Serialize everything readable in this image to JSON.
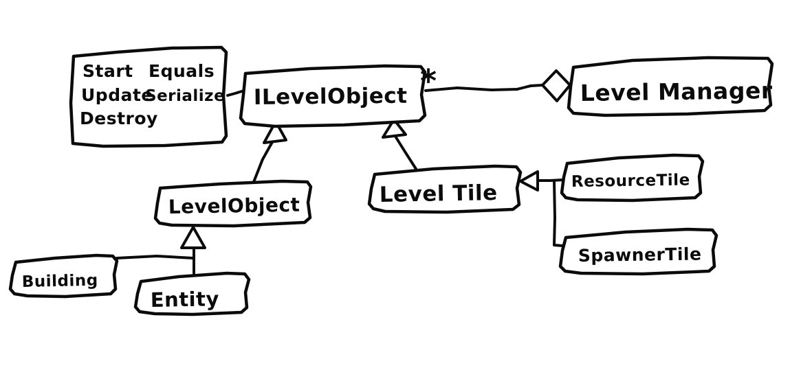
{
  "canvas": {
    "paper_color": "#ffffff",
    "ink_color": "#0b0b0b",
    "style": "hand-drawn whiteboard sketch"
  },
  "diagram": {
    "type": "uml-class-diagram",
    "nodes": {
      "methods_note": {
        "col1": [
          "Start",
          "Update",
          "Destroy"
        ],
        "col2": [
          "Equals",
          "Serialize"
        ]
      },
      "ilevel_object": {
        "label": "ILevelObject"
      },
      "level_manager": {
        "label": "Level Manager"
      },
      "level_object": {
        "label": "LevelObject"
      },
      "level_tile": {
        "label": "Level Tile"
      },
      "resource_tile": {
        "label": "ResourceTile"
      },
      "spawner_tile": {
        "label": "SpawnerTile"
      },
      "building": {
        "label": "Building"
      },
      "entity": {
        "label": "Entity"
      }
    },
    "annotations": {
      "multiplicity": "*"
    },
    "edges": [
      {
        "from": "ILevelObject",
        "to": "Level Manager",
        "type": "aggregation",
        "multiplicity": "*"
      },
      {
        "from": "LevelObject",
        "to": "ILevelObject",
        "type": "inheritance"
      },
      {
        "from": "Level Tile",
        "to": "ILevelObject",
        "type": "inheritance"
      },
      {
        "from": "ResourceTile",
        "to": "Level Tile",
        "type": "inheritance"
      },
      {
        "from": "SpawnerTile",
        "to": "Level Tile",
        "type": "inheritance"
      },
      {
        "from": "Building",
        "to": "LevelObject",
        "type": "inheritance"
      },
      {
        "from": "Entity",
        "to": "LevelObject",
        "type": "inheritance"
      },
      {
        "from": "methods_note",
        "to": "ILevelObject",
        "type": "note-attachment"
      }
    ]
  }
}
